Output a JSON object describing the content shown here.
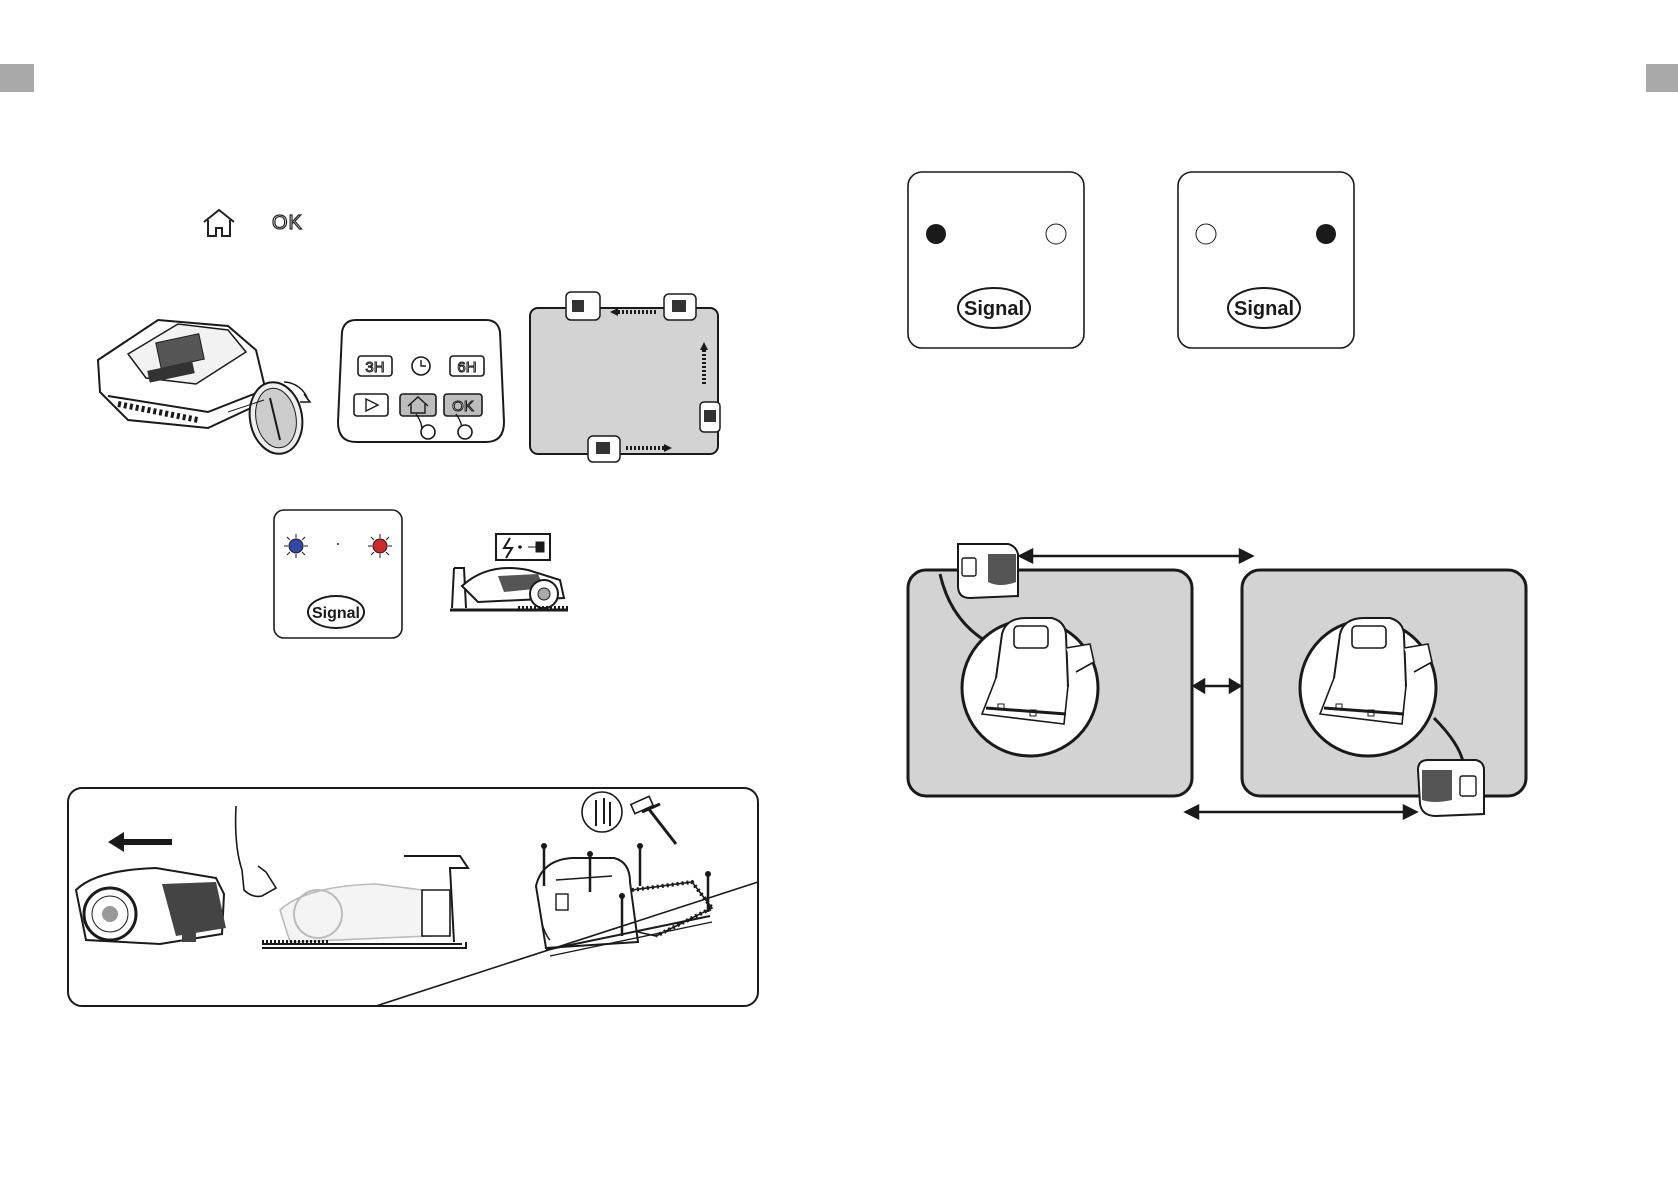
{
  "left_page": {
    "icons": {
      "home": "home-icon",
      "ok": "ok-icon"
    },
    "ok_glyph": "OK",
    "keypad": {
      "btn_3h": "3H",
      "btn_6h": "6H",
      "btn_ok": "OK"
    },
    "signal_panel_status": {
      "label": "Signal",
      "led_left_color": "#2f4aa8",
      "led_right_color": "#d12a2a"
    }
  },
  "right_page": {
    "signal_panel_a": {
      "label": "Signal"
    },
    "signal_panel_b": {
      "label": "Signal"
    }
  },
  "colors": {
    "tab": "#a9a9a9",
    "lawn": "#d3d3d3",
    "ink": "#1a1a1a"
  }
}
